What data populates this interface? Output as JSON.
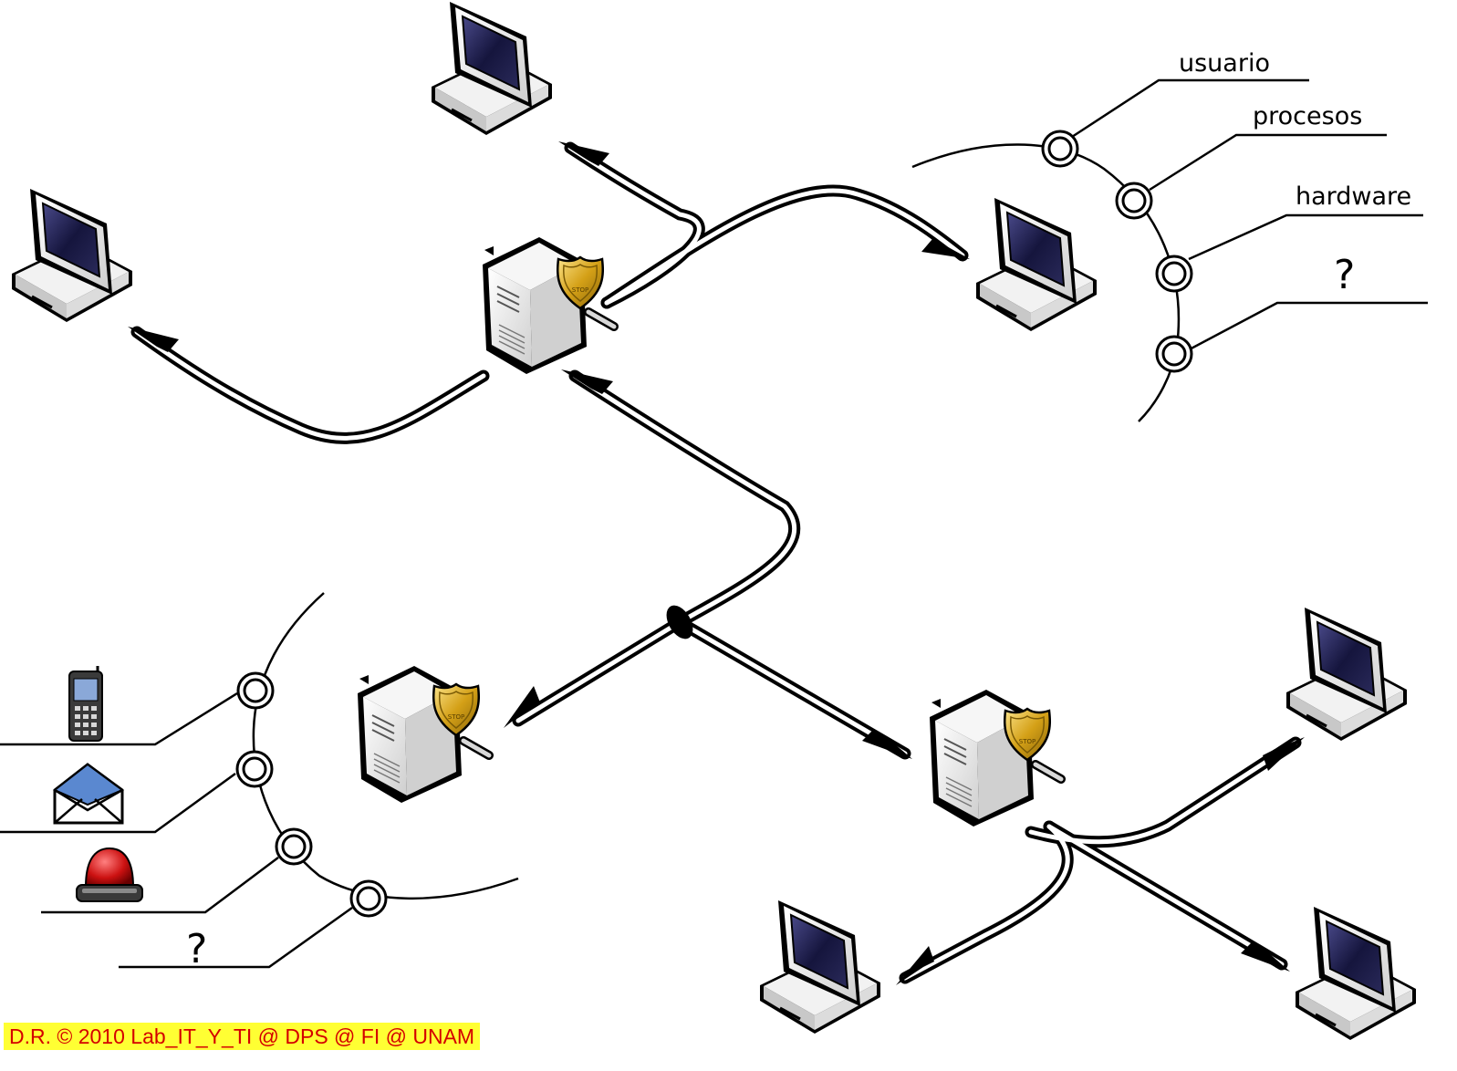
{
  "labels": {
    "user": "usuario",
    "processes": "procesos",
    "hardware": "hardware",
    "unknown_top": "?",
    "unknown_bottom": "?"
  },
  "credit": "D.R. © 2010 Lab_IT_Y_TI @ DPS @ FI @ UNAM",
  "icons": {
    "workstation": "desktop-computer-icon",
    "server": "server-tower-icon",
    "badge": "police-badge-icon",
    "phone": "mobile-phone-icon",
    "mail": "envelope-icon",
    "alarm": "alarm-light-icon"
  },
  "colors": {
    "credit_background": "#ffff33",
    "credit_text": "#d40000",
    "badge_gold": "#d4a017",
    "screen": "#1a1a4a",
    "alarm_red": "#cc1111"
  }
}
